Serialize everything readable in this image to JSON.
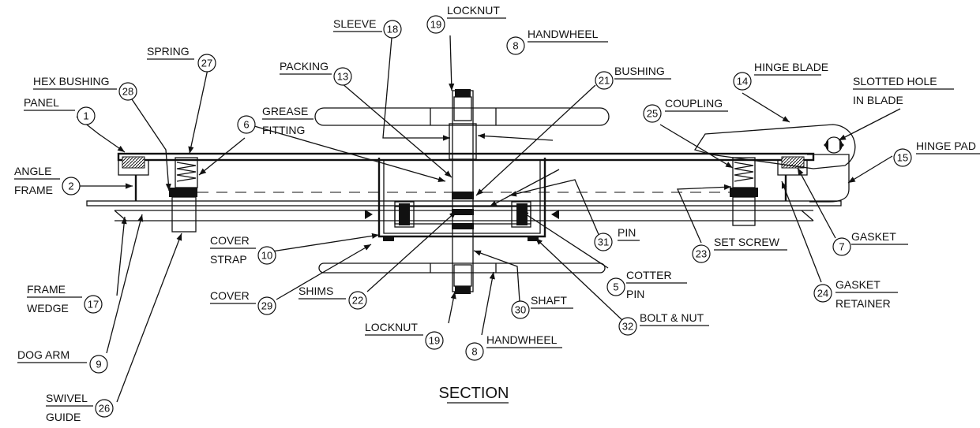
{
  "title": "SECTION",
  "callouts": [
    {
      "id": "panel",
      "num": "1",
      "lines": [
        "PANEL"
      ]
    },
    {
      "id": "angle-frame",
      "num": "2",
      "lines": [
        "ANGLE",
        "FRAME"
      ]
    },
    {
      "id": "cotter-pin",
      "num": "5",
      "lines": [
        "COTTER",
        "PIN"
      ]
    },
    {
      "id": "grease-fitting",
      "num": "6",
      "lines": [
        "GREASE",
        "FITTING"
      ]
    },
    {
      "id": "gasket",
      "num": "7",
      "lines": [
        "GASKET"
      ]
    },
    {
      "id": "handwheel-top",
      "num": "8",
      "lines": [
        "HANDWHEEL"
      ]
    },
    {
      "id": "handwheel-bottom",
      "num": "8",
      "lines": [
        "HANDWHEEL"
      ]
    },
    {
      "id": "dog-arm",
      "num": "9",
      "lines": [
        "DOG ARM"
      ]
    },
    {
      "id": "cover-strap",
      "num": "10",
      "lines": [
        "COVER",
        "STRAP"
      ]
    },
    {
      "id": "packing",
      "num": "13",
      "lines": [
        "PACKING"
      ]
    },
    {
      "id": "hinge-blade",
      "num": "14",
      "lines": [
        "HINGE BLADE"
      ]
    },
    {
      "id": "hinge-pad",
      "num": "15",
      "lines": [
        "HINGE PAD"
      ]
    },
    {
      "id": "frame-wedge",
      "num": "17",
      "lines": [
        "FRAME",
        "WEDGE"
      ]
    },
    {
      "id": "sleeve",
      "num": "18",
      "lines": [
        "SLEEVE"
      ]
    },
    {
      "id": "locknut-top",
      "num": "19",
      "lines": [
        "LOCKNUT"
      ]
    },
    {
      "id": "locknut-bottom",
      "num": "19",
      "lines": [
        "LOCKNUT"
      ]
    },
    {
      "id": "bushing",
      "num": "21",
      "lines": [
        "BUSHING"
      ]
    },
    {
      "id": "shims",
      "num": "22",
      "lines": [
        "SHIMS"
      ]
    },
    {
      "id": "set-screw",
      "num": "23",
      "lines": [
        "SET SCREW"
      ]
    },
    {
      "id": "gasket-retainer",
      "num": "24",
      "lines": [
        "GASKET",
        "RETAINER"
      ]
    },
    {
      "id": "coupling",
      "num": "25",
      "lines": [
        "COUPLING"
      ]
    },
    {
      "id": "swivel-guide",
      "num": "26",
      "lines": [
        "SWIVEL",
        "GUIDE"
      ]
    },
    {
      "id": "spring",
      "num": "27",
      "lines": [
        "SPRING"
      ]
    },
    {
      "id": "hex-bushing",
      "num": "28",
      "lines": [
        "HEX BUSHING"
      ]
    },
    {
      "id": "cover",
      "num": "29",
      "lines": [
        "COVER"
      ]
    },
    {
      "id": "shaft",
      "num": "30",
      "lines": [
        "SHAFT"
      ]
    },
    {
      "id": "pin",
      "num": "31",
      "lines": [
        "PIN"
      ]
    },
    {
      "id": "bolt-nut",
      "num": "32",
      "lines": [
        "BOLT & NUT"
      ]
    },
    {
      "id": "slotted-hole",
      "num": "",
      "lines": [
        "SLOTTED HOLE",
        "IN BLADE"
      ]
    }
  ]
}
